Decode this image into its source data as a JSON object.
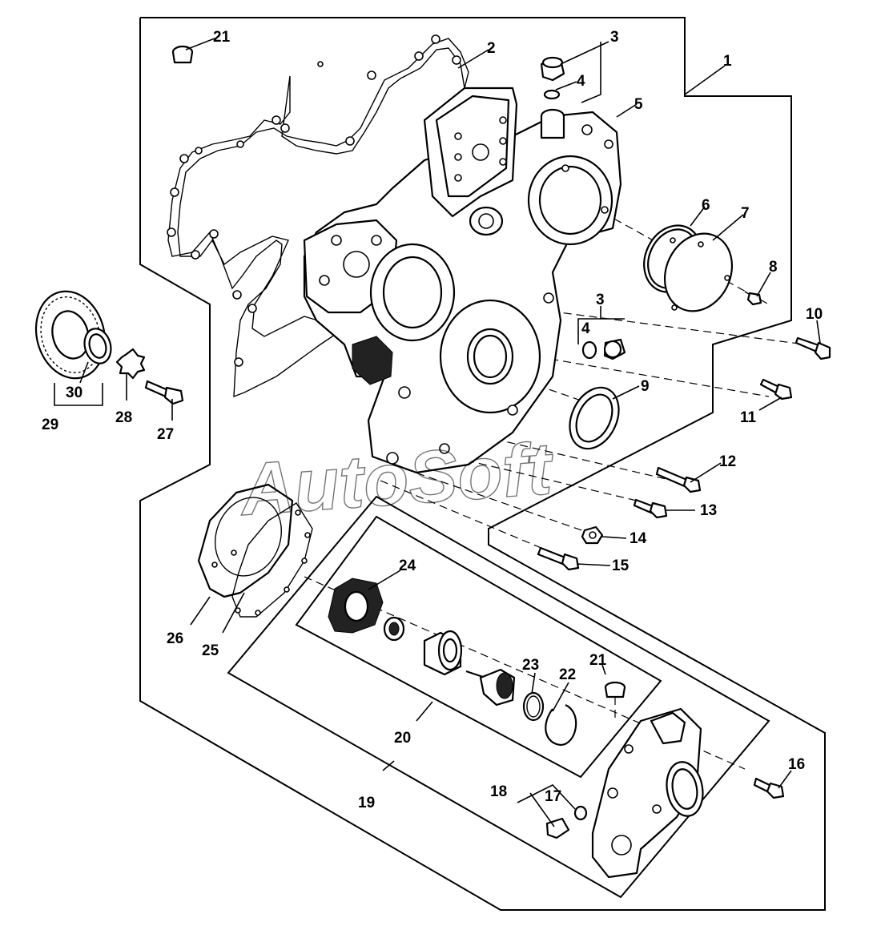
{
  "watermark": "AutoSoft",
  "callouts": [
    {
      "id": "c1",
      "text": "1"
    },
    {
      "id": "c2",
      "text": "2"
    },
    {
      "id": "c3a",
      "text": "3"
    },
    {
      "id": "c4a",
      "text": "4"
    },
    {
      "id": "c5",
      "text": "5"
    },
    {
      "id": "c6",
      "text": "6"
    },
    {
      "id": "c7",
      "text": "7"
    },
    {
      "id": "c8",
      "text": "8"
    },
    {
      "id": "c3b",
      "text": "3"
    },
    {
      "id": "c4b",
      "text": "4"
    },
    {
      "id": "c9",
      "text": "9"
    },
    {
      "id": "c10",
      "text": "10"
    },
    {
      "id": "c11",
      "text": "11"
    },
    {
      "id": "c12",
      "text": "12"
    },
    {
      "id": "c13",
      "text": "13"
    },
    {
      "id": "c14",
      "text": "14"
    },
    {
      "id": "c15",
      "text": "15"
    },
    {
      "id": "c16",
      "text": "16"
    },
    {
      "id": "c17",
      "text": "17"
    },
    {
      "id": "c18",
      "text": "18"
    },
    {
      "id": "c19",
      "text": "19"
    },
    {
      "id": "c20",
      "text": "20"
    },
    {
      "id": "c21a",
      "text": "21"
    },
    {
      "id": "c21b",
      "text": "21"
    },
    {
      "id": "c22",
      "text": "22"
    },
    {
      "id": "c23",
      "text": "23"
    },
    {
      "id": "c24",
      "text": "24"
    },
    {
      "id": "c25",
      "text": "25"
    },
    {
      "id": "c26",
      "text": "26"
    },
    {
      "id": "c27",
      "text": "27"
    },
    {
      "id": "c28",
      "text": "28"
    },
    {
      "id": "c29",
      "text": "29"
    },
    {
      "id": "c30",
      "text": "30"
    }
  ]
}
